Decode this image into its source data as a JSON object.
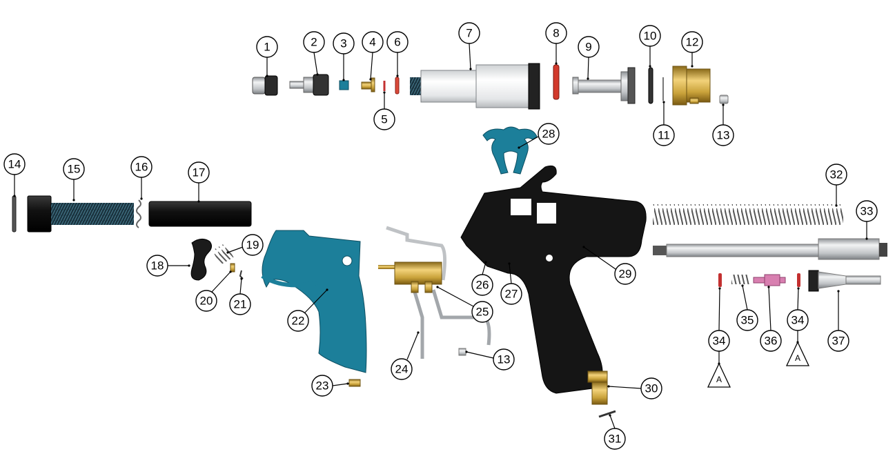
{
  "colors": {
    "teal": "#1c7f9a",
    "black_body": "#151515",
    "brass": "#c9a23a",
    "steel": "#b9bcc0",
    "red_oring": "#c33030",
    "pink_part": "#d87fb0"
  },
  "callouts": [
    "1",
    "2",
    "3",
    "4",
    "5",
    "6",
    "7",
    "8",
    "9",
    "10",
    "11",
    "12",
    "13",
    "14",
    "15",
    "16",
    "17",
    "18",
    "19",
    "20",
    "21",
    "22",
    "23",
    "24",
    "25",
    "13",
    "26",
    "27",
    "28",
    "29",
    "30",
    "31",
    "32",
    "33",
    "34",
    "35",
    "36",
    "34",
    "37"
  ],
  "reference_markers": [
    "A",
    "A"
  ]
}
